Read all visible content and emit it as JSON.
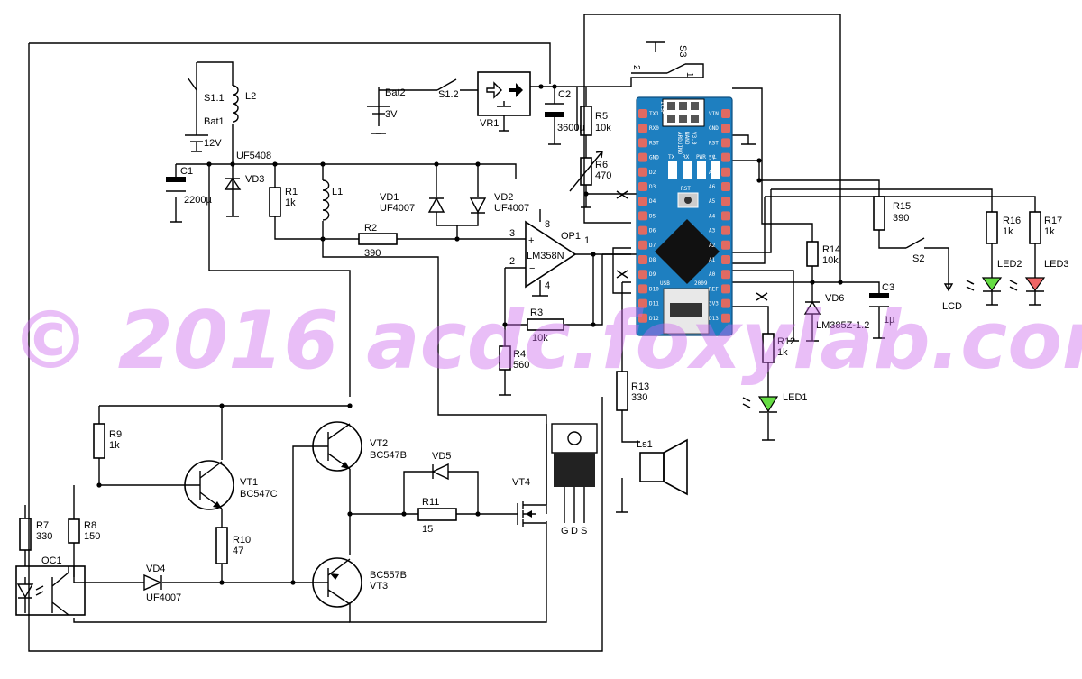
{
  "watermark": "© 2016 acdc.foxylab.com",
  "labels": {
    "s11": "S1.1",
    "bat1": "Bat1",
    "v12": "12V",
    "l2": "L2",
    "uf5408": "UF5408",
    "c1": "C1",
    "c1v": "2200µ",
    "vd3": "VD3",
    "r1": "R1",
    "r1v": "1k",
    "l1": "L1",
    "vd1": "VD1",
    "vd1t": "UF4007",
    "vd2": "VD2",
    "vd2t": "UF4007",
    "r2": "R2",
    "r2v": "390",
    "bat2": "Bat2",
    "v3": "3V",
    "s12": "S1.2",
    "vr1": "VR1",
    "c2": "C2",
    "c2v": "3600µ",
    "r5": "R5",
    "r5v": "10k",
    "r6": "R6",
    "r6v": "470",
    "op1": "OP1",
    "lm358": "LM358N",
    "p8": "8",
    "p3": "3",
    "p2": "2",
    "p4": "4",
    "p1": "1",
    "r3": "R3",
    "r3v": "10k",
    "r4": "R4",
    "r4v": "560",
    "s3": "S3",
    "s3p1": "1",
    "s3p2": "2",
    "r15": "R15",
    "r15v": "390",
    "s2": "S2",
    "lcd": "LCD",
    "r16": "R16",
    "r16v": "1k",
    "led2": "LED2",
    "r17": "R17",
    "r17v": "1k",
    "led3": "LED3",
    "r14": "R14",
    "r14v": "10k",
    "vd6": "VD6",
    "lm385": "LM385Z-1.2",
    "c3": "C3",
    "c3v": "1µ",
    "r12": "R12",
    "r12v": "1k",
    "led1": "LED1",
    "r13": "R13",
    "r13v": "330",
    "ls1": "Ls1",
    "r9": "R9",
    "r9v": "1k",
    "vt1": "VT1",
    "vt1t": "BC547C",
    "vt2": "VT2",
    "vt2t": "BC547B",
    "vd5": "VD5",
    "vt4": "VT4",
    "r11": "R11",
    "r11v": "15",
    "r10": "R10",
    "r10v": "47",
    "r7": "R7",
    "r7v": "330",
    "r8": "R8",
    "r8v": "150",
    "oc1": "OC1",
    "vd4": "VD4",
    "vd4t": "UF4007",
    "vt3t": "BC557B",
    "vt3": "VT3",
    "g": "G",
    "d": "D",
    "s": "S"
  },
  "board": {
    "brand": "ARDUINO",
    "model": "NANO",
    "version": "V3.0",
    "icsp": "ICSP",
    "rst": "RST",
    "usb": "USB",
    "year": "2009",
    "tx": "TX",
    "rx": "RX",
    "pwr": "PWR",
    "led": "L",
    "pins_left": [
      "TX1",
      "RX0",
      "RST",
      "GND",
      "D2",
      "D3",
      "D4",
      "D5",
      "D6",
      "D7",
      "D8",
      "D9",
      "D10",
      "D11",
      "D12"
    ],
    "pins_right": [
      "VIN",
      "GND",
      "RST",
      "5V",
      "A7",
      "A6",
      "A5",
      "A4",
      "A3",
      "A2",
      "A1",
      "A0",
      "REF",
      "3V3",
      "D13"
    ]
  },
  "colors": {
    "board": "#1e7fc0",
    "pad": "#e06a62",
    "led_green": "#66dd44",
    "led_red": "#ee6666",
    "watermark": "#cc66ee"
  }
}
